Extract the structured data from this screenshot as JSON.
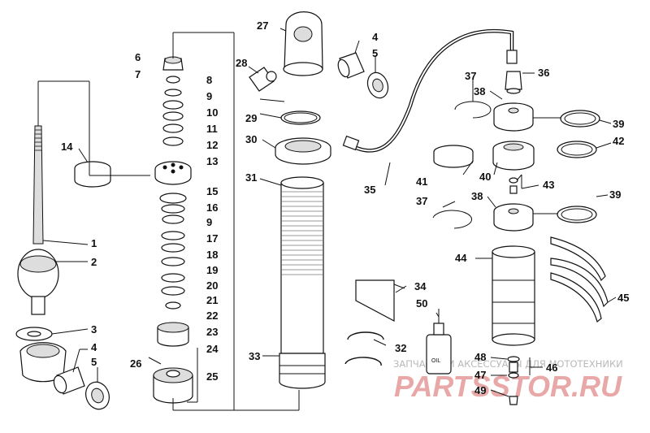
{
  "labels": {
    "l1": "1",
    "l2": "2",
    "l3": "3",
    "l4a": "4",
    "l5a": "5",
    "l4b": "4",
    "l5b": "5",
    "l6": "6",
    "l7": "7",
    "l8": "8",
    "l9a": "9",
    "l9b": "9",
    "l10": "10",
    "l11": "11",
    "l12": "12",
    "l13": "13",
    "l14": "14",
    "l15": "15",
    "l16": "16",
    "l17": "17",
    "l18": "18",
    "l19": "19",
    "l20": "20",
    "l21": "21",
    "l22": "22",
    "l23": "23",
    "l24": "24",
    "l25": "25",
    "l26": "26",
    "l27": "27",
    "l28": "28",
    "l29": "29",
    "l30": "30",
    "l31": "31",
    "l32": "32",
    "l33": "33",
    "l34": "34",
    "l35": "35",
    "l36": "36",
    "l37a": "37",
    "l37b": "37",
    "l38a": "38",
    "l38b": "38",
    "l39a": "39",
    "l39b": "39",
    "l40": "40",
    "l41": "41",
    "l42": "42",
    "l43": "43",
    "l44": "44",
    "l45": "45",
    "l46": "46",
    "l47": "47",
    "l48": "48",
    "l49": "49",
    "l50": "50"
  },
  "oil_label": "OIL",
  "watermark": {
    "caption": "ЗАПЧАСТИ И АКСЕССУАРЫ ДЛЯ МОТОТЕХНИКИ",
    "brand": "PARTSSTOR.RU"
  }
}
